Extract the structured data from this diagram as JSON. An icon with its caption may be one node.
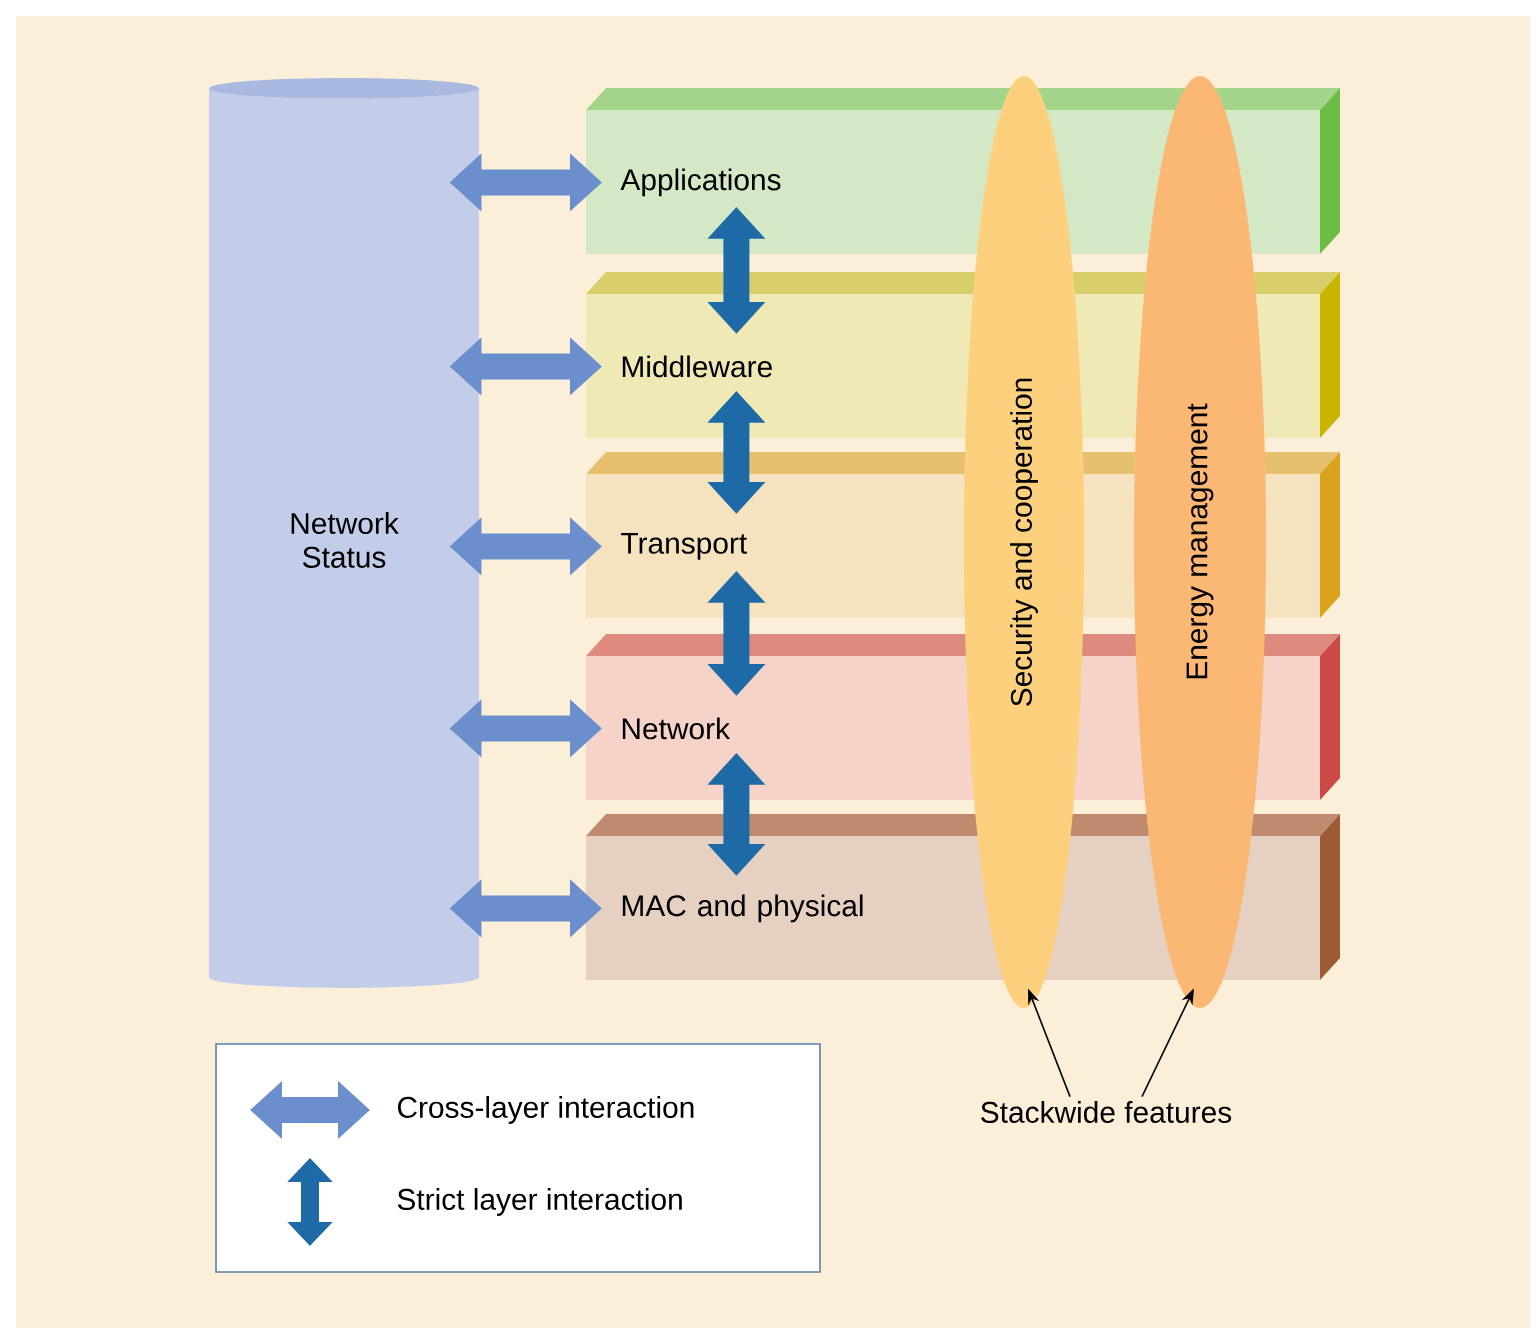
{
  "diagram": {
    "nodes": [
      {
        "text": [
          "Network Status"
        ]
      },
      {
        "text": [
          "Applications"
        ]
      },
      {
        "text": [
          "Middleware"
        ]
      },
      {
        "text": [
          "Transport"
        ]
      },
      {
        "text": [
          "Network"
        ]
      },
      {
        "text": [
          "MAC and physical"
        ]
      },
      {
        "text": [
          "Security and cooperation"
        ]
      },
      {
        "text": [
          "Energy management"
        ]
      },
      {
        "text": [
          "Stackwide features"
        ]
      }
    ],
    "edges": [
      {
        "from": 0,
        "to": 1,
        "arrow": "both",
        "color": "#6b8fcc"
      },
      {
        "from": 0,
        "to": 2,
        "arrow": "both",
        "color": "#6b8fcc"
      },
      {
        "from": 0,
        "to": 3,
        "arrow": "both",
        "color": "#6b8fcc"
      },
      {
        "from": 0,
        "to": 4,
        "arrow": "both",
        "color": "#6b8fcc"
      },
      {
        "from": 0,
        "to": 5,
        "arrow": "both",
        "color": "#6b8fcc"
      },
      {
        "from": 1,
        "to": 2,
        "arrow": "both",
        "color": "#1e6aa6"
      },
      {
        "from": 2,
        "to": 3,
        "arrow": "both",
        "color": "#1e6aa6"
      },
      {
        "from": 3,
        "to": 4,
        "arrow": "both",
        "color": "#1e6aa6"
      },
      {
        "from": 4,
        "to": 5,
        "arrow": "both",
        "color": "#1e6aa6"
      },
      {
        "from": 8,
        "to": 6,
        "arrow": "to",
        "color": "#000000"
      },
      {
        "from": 8,
        "to": 7,
        "arrow": "to",
        "color": "#000000"
      }
    ],
    "legend": [
      {
        "text": "Cross-layer interaction"
      },
      {
        "text": "Strict layer interaction"
      }
    ]
  }
}
